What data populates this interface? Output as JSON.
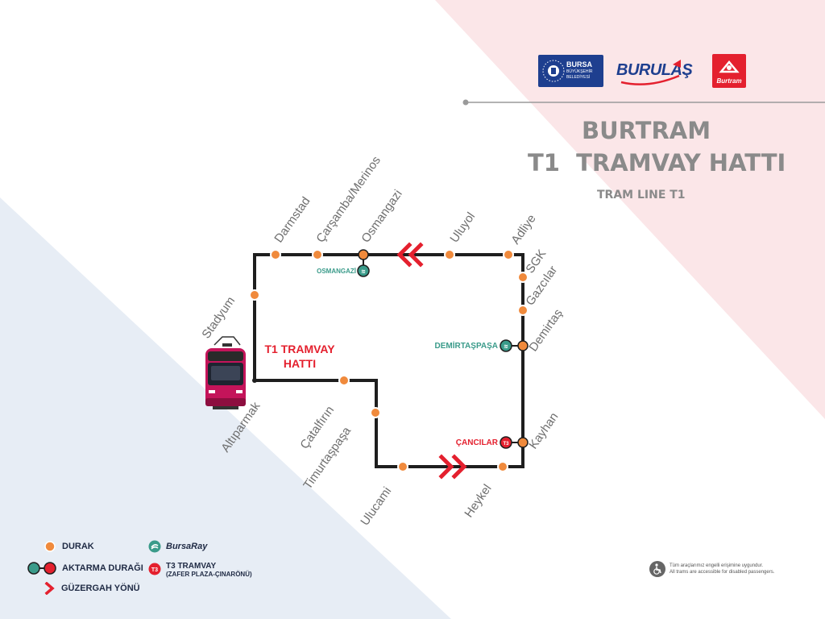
{
  "header": {
    "bursa_logo_text": [
      "BURSA",
      "BÜYÜKŞEHİR",
      "BELEDİYESİ"
    ],
    "burulas_logo_text": "BURULAŞ",
    "burtram_logo_text": "Burtram",
    "title_line1": "BURTRAM",
    "title_line2": "T1  TRAMVAY HATTI",
    "subtitle": "TRAM LINE T1"
  },
  "map": {
    "line_label_1": "T1 TRAMVAY",
    "line_label_2": "HATTI",
    "stops": [
      {
        "name": "Darmstad"
      },
      {
        "name": "Çarşamba/Merinos"
      },
      {
        "name": "Osmangazi"
      },
      {
        "name": "Uluyol"
      },
      {
        "name": "Adliye"
      },
      {
        "name": "SGK"
      },
      {
        "name": "Gazcılar"
      },
      {
        "name": "Demirtaş"
      },
      {
        "name": "Kayhan"
      },
      {
        "name": "Heykel"
      },
      {
        "name": "Ulucami"
      },
      {
        "name": "Timurtaşpaşa"
      },
      {
        "name": "Çatalfırın"
      },
      {
        "name": "Altıparmak"
      },
      {
        "name": "Stadyum"
      }
    ],
    "transfers": [
      {
        "label": "OSMANGAZİ",
        "type": "BursaRay"
      },
      {
        "label": "DEMİRTAŞPAŞA",
        "type": "BursaRay"
      },
      {
        "label": "ÇANCILAR",
        "type": "T3"
      }
    ],
    "t3_badge": "T3"
  },
  "legend": {
    "stop": "DURAK",
    "transfer": "AKTARMA DURAĞI",
    "direction": "GÜZERGAH YÖNÜ",
    "bursaray": "BursaRay",
    "t3_line1": "T3 TRAMVAY",
    "t3_line2": "(ZAFER PLAZA-ÇINARÖNÜ)",
    "t3_badge": "T3"
  },
  "accessibility": {
    "line1": "Tüm araçlarımız engelli erişimine uygundur.",
    "line2": "All trams are accessible for disabled passengers."
  },
  "colors": {
    "stop": "#f08a3c",
    "line": "#1e1e1e",
    "accent_red": "#e4202e",
    "bursaray": "#3a9b8a",
    "title_gray": "#8a8a8a",
    "bg_pink": "#fbe6e8",
    "bg_blue": "#e7edf5"
  }
}
